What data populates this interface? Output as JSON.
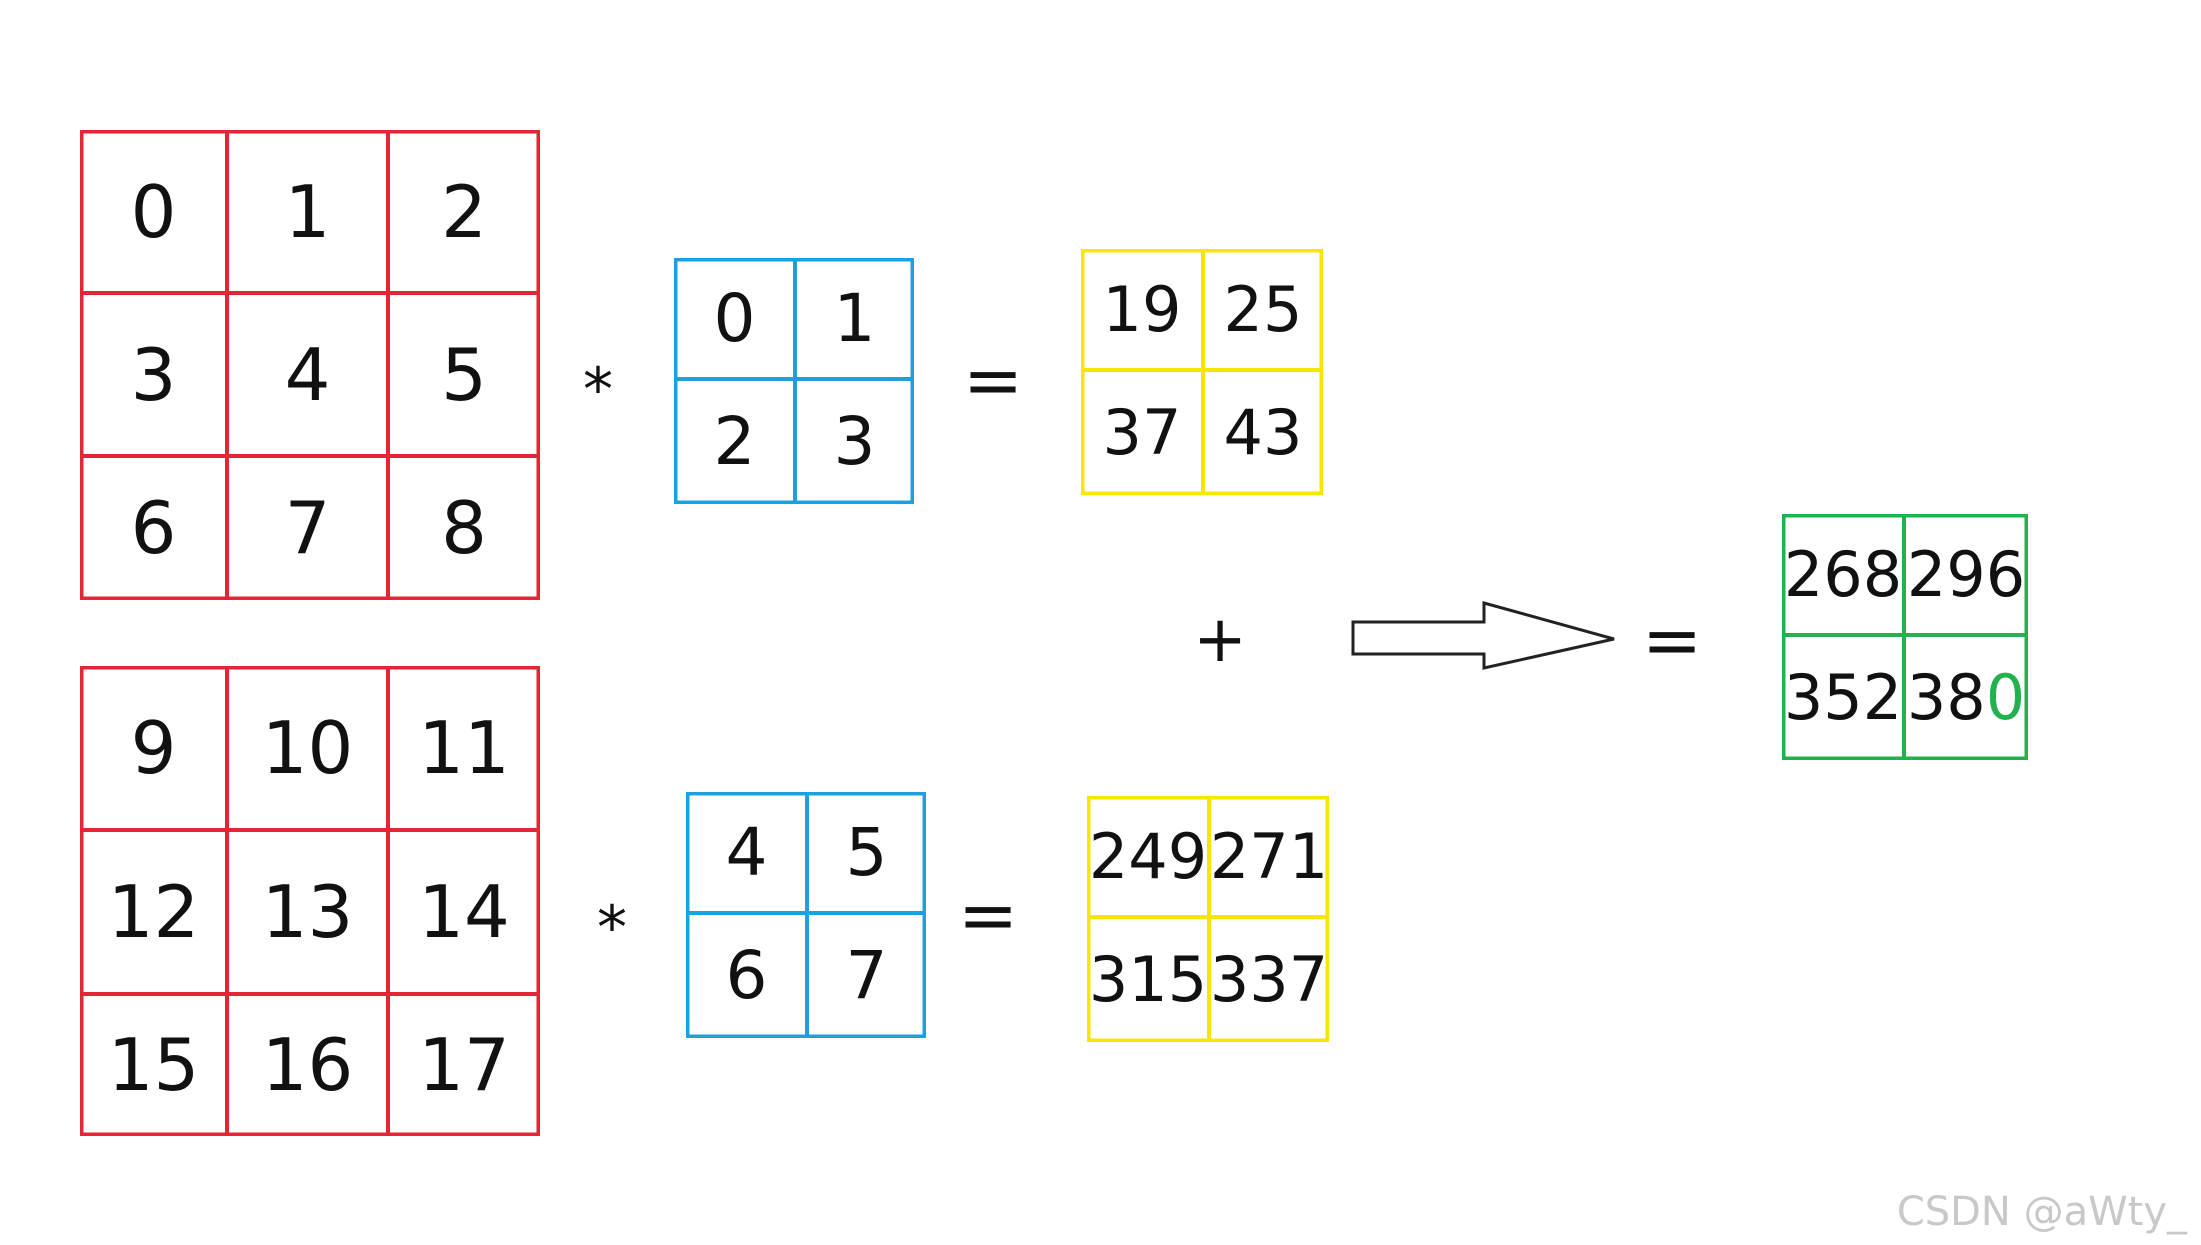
{
  "colors": {
    "input": "#e32636",
    "kernel": "#1ba1e2",
    "partial": "#f7e600",
    "result": "#22b14c",
    "digit_highlight": "#22b14c"
  },
  "input_top": {
    "values": [
      "0",
      "1",
      "2",
      "3",
      "4",
      "5",
      "6",
      "7",
      "8"
    ]
  },
  "input_bottom": {
    "values": [
      "9",
      "10",
      "11",
      "12",
      "13",
      "14",
      "15",
      "16",
      "17"
    ]
  },
  "kernel_top": {
    "values": [
      "0",
      "1",
      "2",
      "3"
    ]
  },
  "kernel_bottom": {
    "values": [
      "4",
      "5",
      "6",
      "7"
    ]
  },
  "partial_top": {
    "values": [
      "19",
      "25",
      "37",
      "43"
    ]
  },
  "partial_bottom": {
    "values": [
      "249",
      "271",
      "315",
      "337"
    ]
  },
  "result": {
    "values": [
      "268",
      "296",
      "352",
      "38"
    ],
    "last_digit": "0"
  },
  "operators": {
    "mult_top": "*",
    "mult_bottom": "*",
    "eq_top": "=",
    "eq_bottom": "=",
    "plus": "+",
    "eq_result": "="
  },
  "watermark": "CSDN @aWty_"
}
